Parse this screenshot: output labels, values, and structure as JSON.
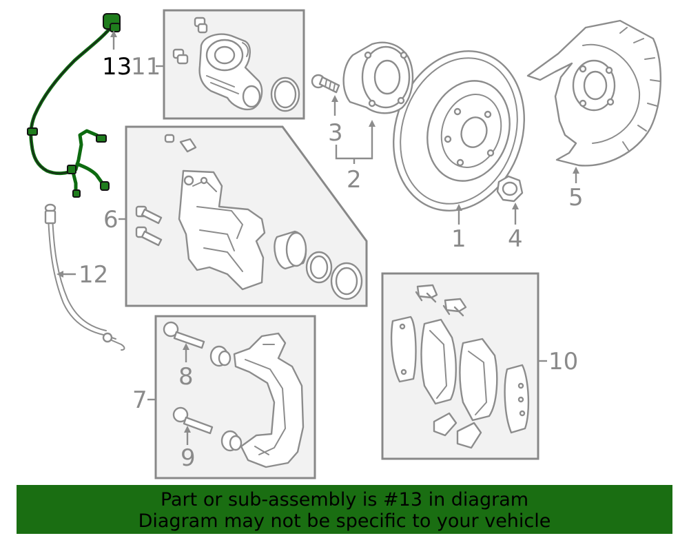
{
  "callouts": {
    "c1": "1",
    "c2": "2",
    "c3": "3",
    "c4": "4",
    "c5": "5",
    "c6": "6",
    "c7": "7",
    "c8": "8",
    "c9": "9",
    "c10": "10",
    "c11": "11",
    "c12": "12",
    "c13": "13"
  },
  "highlight": {
    "part_number": "13",
    "color": "#1a6e12"
  },
  "banner": {
    "line1": "Part or sub-assembly is #13 in diagram",
    "line2": "Diagram may not be specific to your vehicle"
  }
}
